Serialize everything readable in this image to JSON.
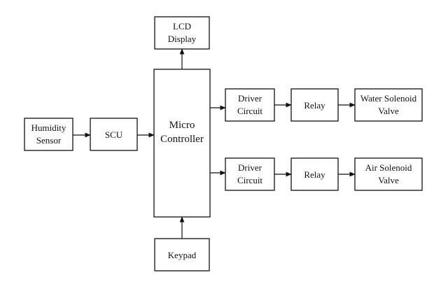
{
  "blocks": {
    "humidity_sensor": {
      "line1": "Humidity",
      "line2": "Sensor"
    },
    "scu": {
      "line1": "SCU"
    },
    "micro_controller": {
      "line1": "Micro",
      "line2": "Controller"
    },
    "lcd_display": {
      "line1": "LCD",
      "line2": "Display"
    },
    "keypad": {
      "line1": "Keypad"
    },
    "driver_circuit_top": {
      "line1": "Driver",
      "line2": "Circuit"
    },
    "driver_circuit_bottom": {
      "line1": "Driver",
      "line2": "Circuit"
    },
    "relay_top": {
      "line1": "Relay"
    },
    "relay_bottom": {
      "line1": "Relay"
    },
    "water_solenoid_valve": {
      "line1": "Water Solenoid",
      "line2": "Valve"
    },
    "air_solenoid_valve": {
      "line1": "Air Solenoid",
      "line2": "Valve"
    }
  },
  "colors": {
    "stroke": "#111111",
    "background": "#ffffff"
  }
}
